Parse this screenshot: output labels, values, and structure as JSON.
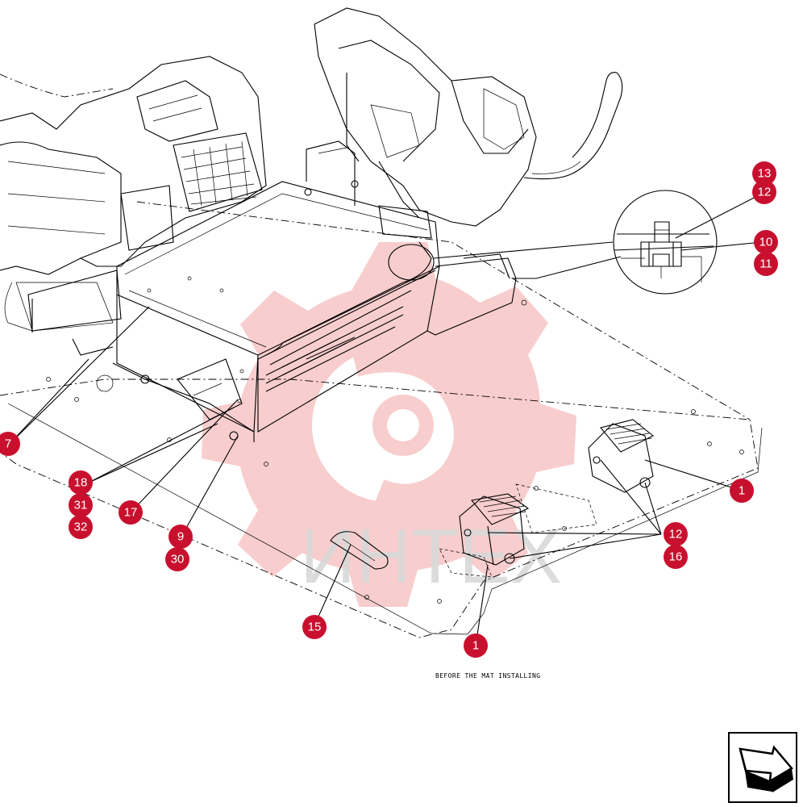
{
  "colors": {
    "callout_fill": "#c8102e",
    "watermark_gear": "#f4a6a6",
    "watermark_text": "#d9d9d9",
    "line": "#000000"
  },
  "watermark": {
    "text": "ИНТЕХ"
  },
  "caption": "BEFORE THE MAT INSTALLING",
  "nav_icon": "arrow-next-icon",
  "callouts": [
    {
      "id": "c13",
      "label": "13"
    },
    {
      "id": "c12a",
      "label": "12"
    },
    {
      "id": "c10",
      "label": "10"
    },
    {
      "id": "c11",
      "label": "11"
    },
    {
      "id": "c7",
      "label": "7"
    },
    {
      "id": "c18",
      "label": "18"
    },
    {
      "id": "c31",
      "label": "31"
    },
    {
      "id": "c32",
      "label": "32"
    },
    {
      "id": "c17",
      "label": "17"
    },
    {
      "id": "c9",
      "label": "9"
    },
    {
      "id": "c30",
      "label": "30"
    },
    {
      "id": "c15",
      "label": "15"
    },
    {
      "id": "c1a",
      "label": "1"
    },
    {
      "id": "c1b",
      "label": "1"
    },
    {
      "id": "c12b",
      "label": "12"
    },
    {
      "id": "c16",
      "label": "16"
    }
  ]
}
